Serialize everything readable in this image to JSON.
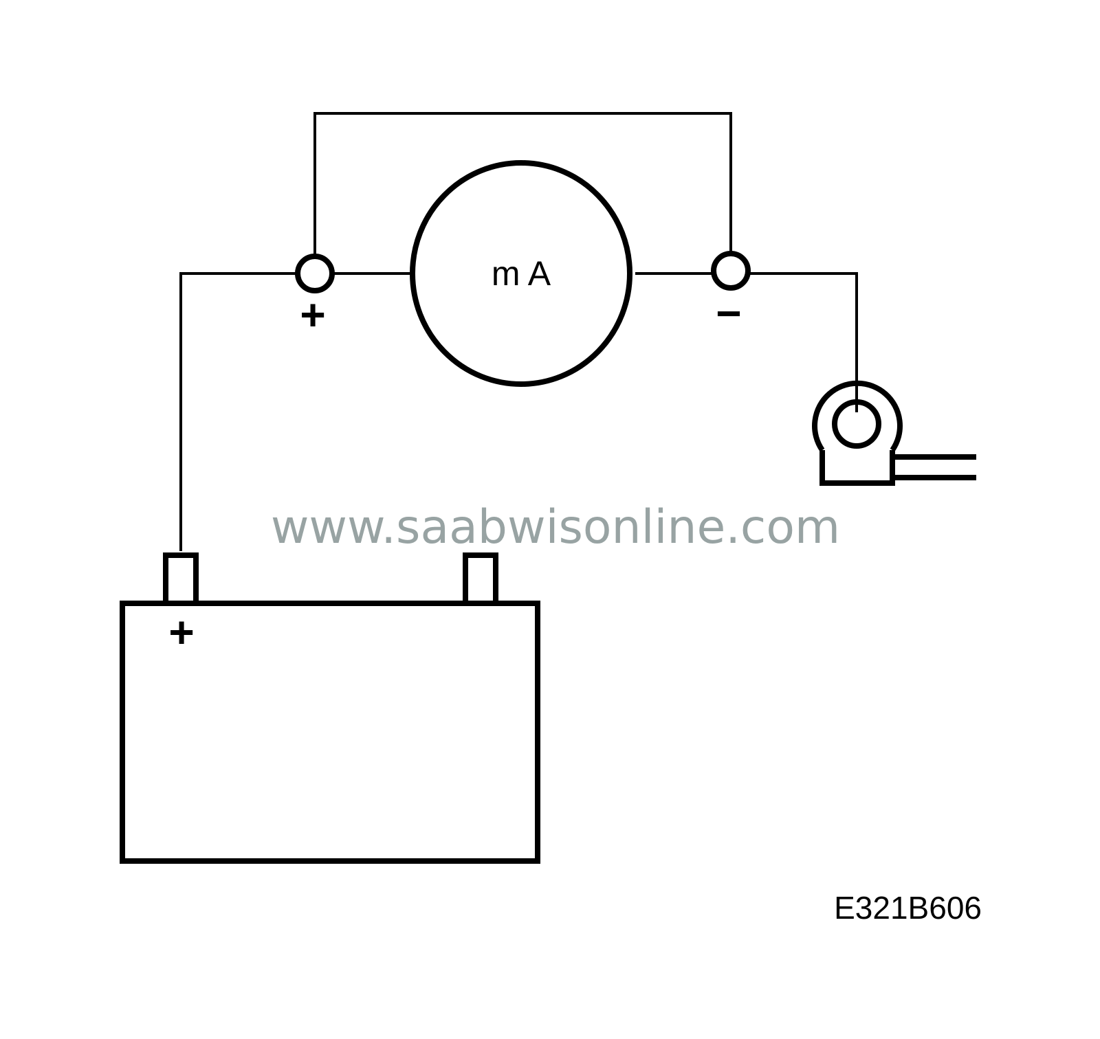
{
  "diagram": {
    "meter": {
      "label": "m A"
    },
    "meter_terminals": {
      "positive": "+",
      "negative": "−"
    },
    "battery": {
      "positive_label": "+"
    },
    "watermark": "www.saabwisonline.com",
    "figure_id": "E321B606",
    "colors": {
      "line": "#000000",
      "watermark": "#98a3a3",
      "background": "#ffffff"
    }
  }
}
